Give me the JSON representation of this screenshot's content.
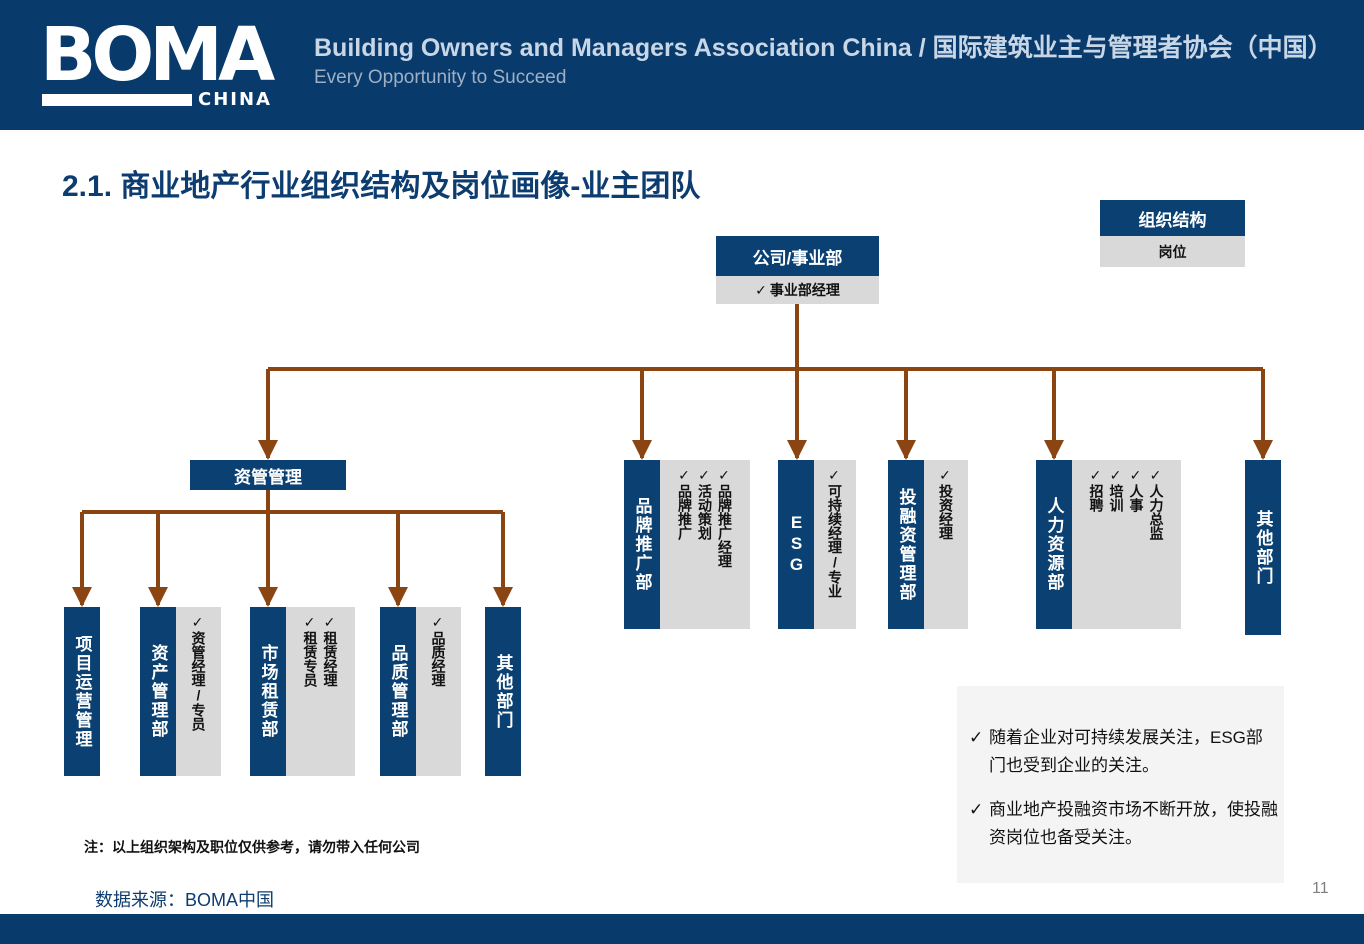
{
  "header": {
    "logo_word": "BOMA",
    "logo_sub": "CHINA",
    "association_name": "Building Owners and Managers Association China / 国际建筑业主与管理者协会（中国）",
    "tagline": "Every Opportunity to Succeed",
    "background": "#083a6b"
  },
  "title": "2.1. 商业地产行业组织结构及岗位画像-业主团队",
  "legend": {
    "org_label": "组织结构",
    "position_label": "岗位"
  },
  "colors": {
    "dept_box": "#0a4172",
    "position_box": "#d9d9d9",
    "connector": "#8b4513"
  },
  "check_mark": "✓",
  "root": {
    "name": "公司/事业部",
    "positions": [
      "事业部经理"
    ]
  },
  "asset_management": {
    "name": "资管管理",
    "departments": [
      {
        "name": "项目运营管理",
        "positions": []
      },
      {
        "name": "资产管理部",
        "positions": [
          "资管经理/专员"
        ]
      },
      {
        "name": "市场租赁部",
        "positions": [
          "租赁经理",
          "租赁专员"
        ]
      },
      {
        "name": "品质管理部",
        "positions": [
          "品质经理"
        ]
      },
      {
        "name": "其他部门",
        "positions": []
      }
    ]
  },
  "top_departments": [
    {
      "name": "品牌推广部",
      "positions": [
        "品牌推广经理",
        "活动策划",
        "品牌推广"
      ]
    },
    {
      "name": "ESG",
      "positions": [
        "可持续经理/专业"
      ]
    },
    {
      "name": "投融资管理部",
      "positions": [
        "投资经理"
      ]
    },
    {
      "name": "人力资源部",
      "positions": [
        "人力总监",
        "人事",
        "培训",
        "招聘"
      ]
    },
    {
      "name": "其他部门",
      "positions": []
    }
  ],
  "notes": [
    "随着企业对可持续发展关注，ESG部门也受到企业的关注。",
    "商业地产投融资市场不断开放，使投融资岗位也备受关注。"
  ],
  "footnote": "注：以上组织架构及职位仅供参考，请勿带入任何公司",
  "source": "数据来源：BOMA中国",
  "page_number": "11"
}
